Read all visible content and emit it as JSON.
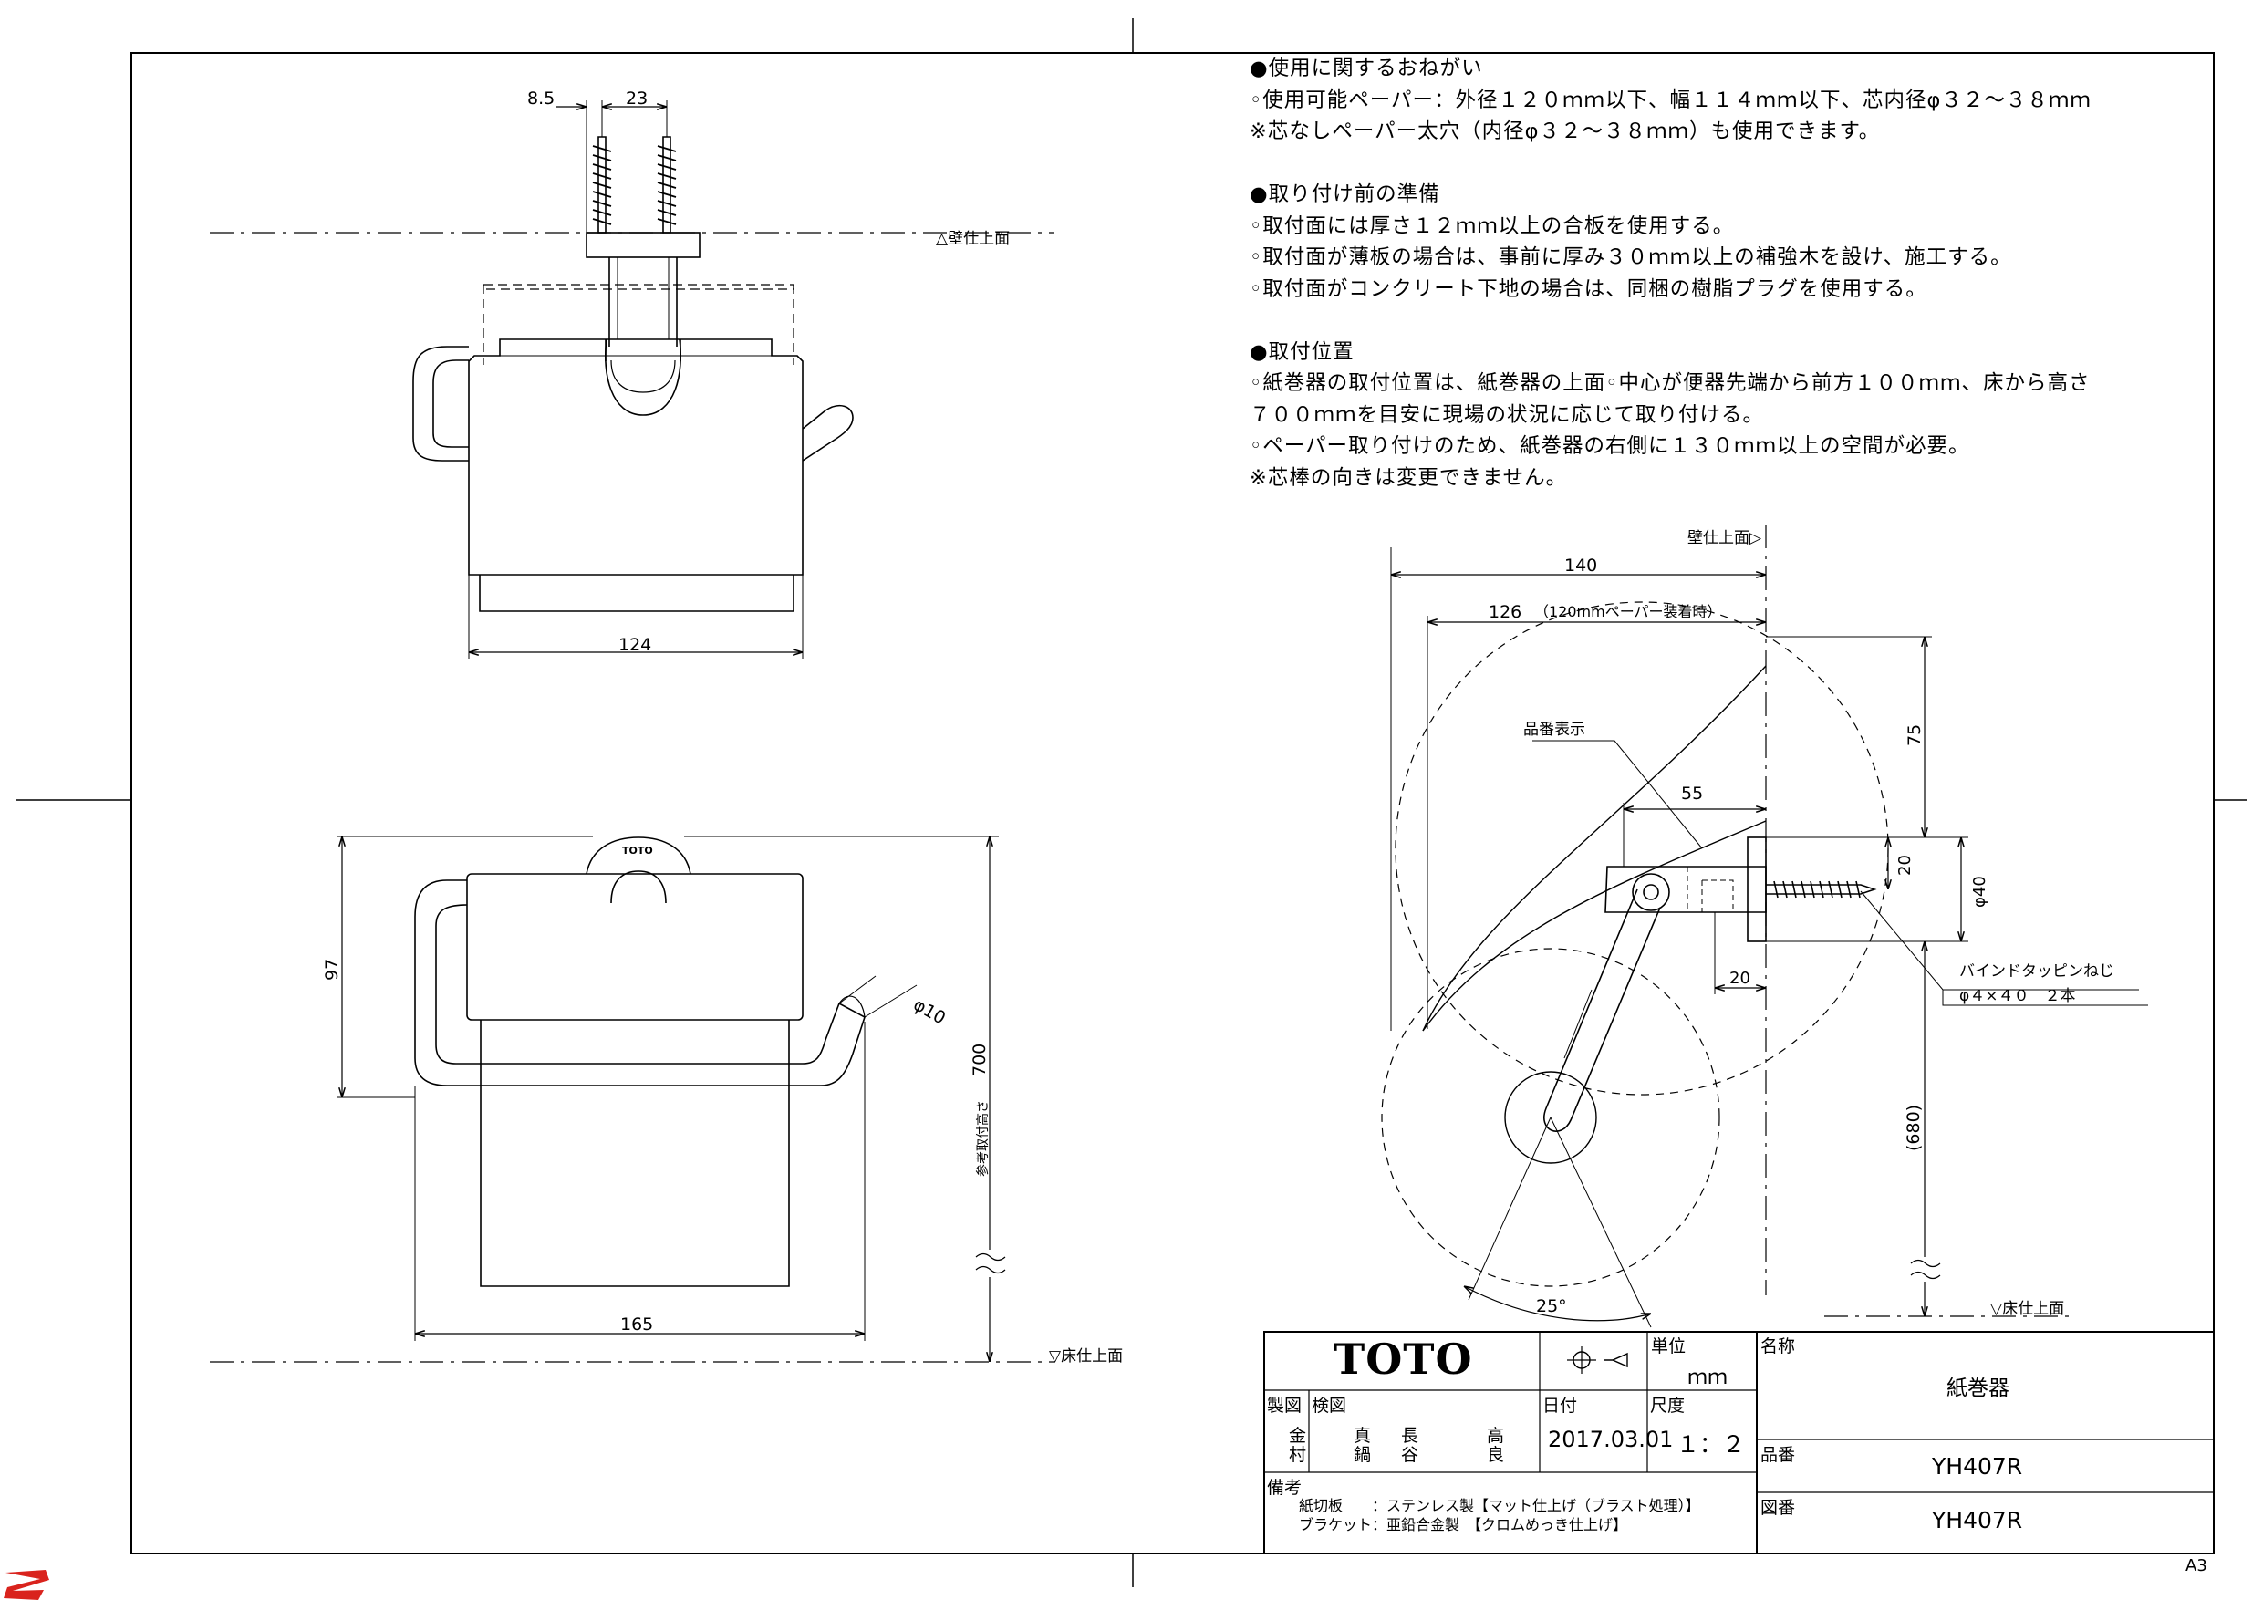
{
  "notes": {
    "usage": {
      "heading": "●使用に関するおねがい",
      "lines": [
        "◦使用可能ペーパー：外径１２０ｍｍ以下、幅１１４ｍｍ以下、芯内径φ３２～３８ｍｍ",
        "※芯なしペーパー太穴（内径φ３２～３８ｍｍ）も使用できます。"
      ]
    },
    "prep": {
      "heading": "●取り付け前の準備",
      "lines": [
        "◦取付面には厚さ１２ｍｍ以上の合板を使用する。",
        "◦取付面が薄板の場合は、事前に厚み３０ｍｍ以上の補強木を設け、施工する。",
        "◦取付面がコンクリート下地の場合は、同梱の樹脂プラグを使用する。"
      ]
    },
    "position": {
      "heading": "●取付位置",
      "lines": [
        "◦紙巻器の取付位置は、紙巻器の上面◦中心が便器先端から前方１００ｍｍ、床から高さ",
        "７００ｍｍを目安に現場の状況に応じて取り付ける。",
        "◦ペーパー取り付けのため、紙巻器の右側に１３０ｍｍ以上の空間が必要。",
        "※芯棒の向きは変更できません。"
      ]
    }
  },
  "drawing": {
    "dims": {
      "screw_offset": "8.5",
      "screw_pitch": "23",
      "top_width": "124",
      "front_width": "165",
      "front_height": "97",
      "rod_dia": "φ10",
      "height_700": "700",
      "side_depth": "140",
      "side_depth_paper": "126",
      "side_depth_paper_note": "（120mmペーパー装着時）",
      "base_depth": "55",
      "top_offset": "75",
      "base_half": "20",
      "base_dia": "φ40",
      "screw_len": "20",
      "lower_height": "(680)",
      "angle": "25°"
    },
    "labels": {
      "wall_top_view": "△壁仕上面",
      "floor_front": "▽床仕上面",
      "ref_height": "参考取付高さ",
      "wall_side": "壁仕上面",
      "model_mark_label": "品番表示",
      "screw_name": "バインドタッピンねじ",
      "screw_spec": "φ４×４０　２本",
      "floor_side": "▽床仕上面",
      "cover_logo": "TOTO"
    }
  },
  "title_block": {
    "logo": "TOTO",
    "unit_label": "単位",
    "unit_value": "ｍｍ",
    "name_label": "名称",
    "name_value": "紙巻器",
    "drawn_label": "製図",
    "drawn_by": [
      "金",
      "村"
    ],
    "checked_label": "検図",
    "checked_by": [
      "真",
      "鍋",
      "長",
      "谷",
      "高",
      "良"
    ],
    "date_label": "日付",
    "date_value": "2017.03.01",
    "scale_label": "尺度",
    "scale_value": "１：２",
    "product_label": "品番",
    "product_value": "YH407R",
    "drawing_no_label": "図番",
    "drawing_no_value": "YH407R",
    "remarks_label": "備考",
    "remarks": [
      "紙切板　　：ステンレス製【マット仕上げ（ブラスト処理）】",
      "ブラケット：亜鉛合金製　【クロムめっき仕上げ】"
    ]
  },
  "sheet_size": "A3"
}
